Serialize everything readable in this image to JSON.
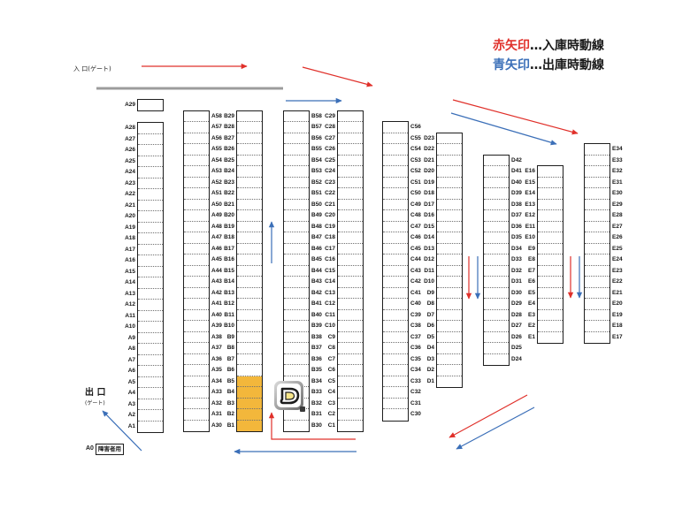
{
  "legend": {
    "inbound": {
      "marker": "赤矢印",
      "text": "…入庫時動線"
    },
    "outbound": {
      "marker": "青矢印",
      "text": "…出庫時動線"
    }
  },
  "entrance": {
    "label": "入 口(ゲート)"
  },
  "exit": {
    "label": "出 口",
    "sub_label": "(ゲート)"
  },
  "accessible_space": {
    "number": "A0",
    "label": "障害者用"
  },
  "colors": {
    "inbound": "#e0302a",
    "outbound": "#3b6fb8",
    "highlight": "#f3b73b",
    "gate": "#9c9c9c"
  },
  "highlighted_spaces": [
    "B5",
    "B4",
    "B3",
    "B2",
    "B1"
  ],
  "logo_icon": "b-logo-icon",
  "spaces": {
    "a_single": [
      "A29"
    ],
    "a_outer": [
      "A28",
      "A27",
      "A26",
      "A25",
      "A24",
      "A23",
      "A22",
      "A21",
      "A20",
      "A19",
      "A18",
      "A17",
      "A16",
      "A15",
      "A14",
      "A13",
      "A12",
      "A11",
      "A10",
      "A9",
      "A8",
      "A7",
      "A6",
      "A5",
      "A4",
      "A3",
      "A2",
      "A1"
    ],
    "a_inner": [
      "A58",
      "A57",
      "A56",
      "A55",
      "A54",
      "A53",
      "A52",
      "A51",
      "A50",
      "A49",
      "A48",
      "A47",
      "A46",
      "A45",
      "A44",
      "A43",
      "A42",
      "A41",
      "A40",
      "A39",
      "A38",
      "A37",
      "A36",
      "A35",
      "A34",
      "A33",
      "A32",
      "A31",
      "A30"
    ],
    "b_west": [
      "B29",
      "B28",
      "B27",
      "B26",
      "B25",
      "B24",
      "B23",
      "B22",
      "B21",
      "B20",
      "B19",
      "B18",
      "B17",
      "B16",
      "B15",
      "B14",
      "B13",
      "B12",
      "B11",
      "B10",
      "B9",
      "B8",
      "B7",
      "B6",
      "B5",
      "B4",
      "B3",
      "B2",
      "B1"
    ],
    "b_east": [
      "B58",
      "B57",
      "B56",
      "B55",
      "B54",
      "B53",
      "B52",
      "B51",
      "B50",
      "B49",
      "B48",
      "B47",
      "B46",
      "B45",
      "B44",
      "B43",
      "B42",
      "B41",
      "B40",
      "B39",
      "B38",
      "B37",
      "B36",
      "B35",
      "B34",
      "B33",
      "B32",
      "B31",
      "B30"
    ],
    "c_west": [
      "C29",
      "C28",
      "C27",
      "C26",
      "C25",
      "C24",
      "C23",
      "C22",
      "C21",
      "C20",
      "C19",
      "C18",
      "C17",
      "C16",
      "C15",
      "C14",
      "C13",
      "C12",
      "C11",
      "C10",
      "C9",
      "C8",
      "C7",
      "C6",
      "C5",
      "C4",
      "C3",
      "C2",
      "C1"
    ],
    "c_east": [
      "C56",
      "C55",
      "C54",
      "C53",
      "C52",
      "C51",
      "C50",
      "C49",
      "C48",
      "C47",
      "C46",
      "C45",
      "C44",
      "C43",
      "C42",
      "C41",
      "C40",
      "C39",
      "C38",
      "C37",
      "C36",
      "C35",
      "C34",
      "C33",
      "C32",
      "C31",
      "C30"
    ],
    "d_west": [
      "D23",
      "D22",
      "D21",
      "D20",
      "D19",
      "D18",
      "D17",
      "D16",
      "D15",
      "D14",
      "D13",
      "D12",
      "D11",
      "D10",
      "D9",
      "D8",
      "D7",
      "D6",
      "D5",
      "D4",
      "D3",
      "D2",
      "D1"
    ],
    "d_east": [
      "D42",
      "D41",
      "D40",
      "D39",
      "D38",
      "D37",
      "D36",
      "D35",
      "D34",
      "D33",
      "D32",
      "D31",
      "D30",
      "D29",
      "D28",
      "D27",
      "D26",
      "D25",
      "D24"
    ],
    "e_west": [
      "E16",
      "E15",
      "E14",
      "E13",
      "E12",
      "E11",
      "E10",
      "E9",
      "E8",
      "E7",
      "E6",
      "E5",
      "E4",
      "E3",
      "E2",
      "E1"
    ],
    "e_east": [
      "E34",
      "E33",
      "E32",
      "E31",
      "E30",
      "E29",
      "E28",
      "E27",
      "E26",
      "E25",
      "E24",
      "E23",
      "E22",
      "E21",
      "E20",
      "E19",
      "E18",
      "E17"
    ]
  }
}
